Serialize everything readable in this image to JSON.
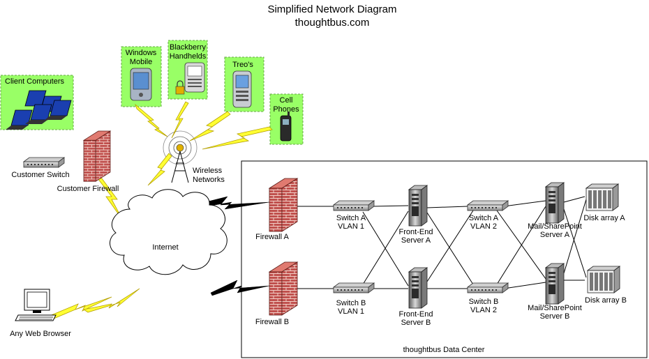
{
  "title": "Simplified Network Diagram",
  "subtitle": "thoughtbus.com",
  "labels": {
    "client_computers": "Client Computers",
    "windows_mobile_1": "Windows",
    "windows_mobile_2": "Mobile",
    "blackberry_1": "Blackberry",
    "blackberry_2": "Handhelds",
    "treos": "Treo's",
    "cell_1": "Cell",
    "cell_2": "Phones",
    "wireless_1": "Wireless",
    "wireless_2": "Networks",
    "customer_switch": "Customer Switch",
    "customer_firewall": "Customer Firewall",
    "internet": "Internet",
    "any_web_browser": "Any Web Browser",
    "firewall_a": "Firewall A",
    "firewall_b": "Firewall B",
    "switch_a_vlan1_1": "Switch A",
    "switch_a_vlan1_2": "VLAN 1",
    "switch_b_vlan1_1": "Switch B",
    "switch_b_vlan1_2": "VLAN 1",
    "frontend_a_1": "Front-End",
    "frontend_a_2": "Server A",
    "frontend_b_1": "Front-End",
    "frontend_b_2": "Server B",
    "switch_a_vlan2_1": "Switch A",
    "switch_a_vlan2_2": "VLAN 2",
    "switch_b_vlan2_1": "Switch B",
    "switch_b_vlan2_2": "VLAN 2",
    "mail_a_1": "Mail/SharePoint",
    "mail_a_2": "Server A",
    "mail_b_1": "Mail/SharePoint",
    "mail_b_2": "Server B",
    "disk_a": "Disk array A",
    "disk_b": "Disk array B",
    "datacenter": "thoughtbus Data Center"
  },
  "colors": {
    "device_box": "#99ff66",
    "lightning": "#ffff33",
    "brick": "#c0504d"
  }
}
